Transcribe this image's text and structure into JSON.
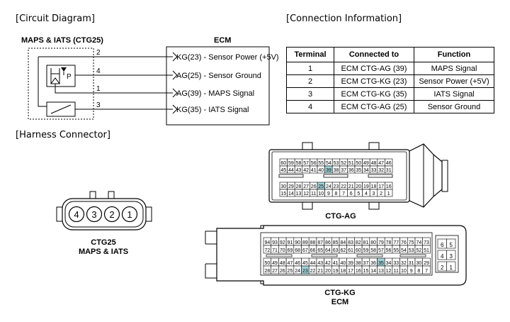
{
  "sections": {
    "circuit_diagram": "[Circuit Diagram]",
    "connection_information": "[Connection Information]",
    "harness_connector": "[Harness Connector]"
  },
  "circuit": {
    "sensor_title": "MAPS & IATS (CTG25)",
    "ecm_title": "ECM",
    "p_label": "P",
    "wires": [
      {
        "pin": "2",
        "ecm_pin": "KG(23) - Sensor Power (+5V)"
      },
      {
        "pin": "4",
        "ecm_pin": "AG(25) - Sensor Ground"
      },
      {
        "pin": "1",
        "ecm_pin": "AG(39) - MAPS Signal"
      },
      {
        "pin": "3",
        "ecm_pin": "KG(35) - IATS Signal"
      }
    ]
  },
  "connection_table": {
    "headers": [
      "Terminal",
      "Connected to",
      "Function"
    ],
    "rows": [
      [
        "1",
        "ECM CTG-AG (39)",
        "MAPS Signal"
      ],
      [
        "2",
        "ECM CTG-KG (23)",
        "Sensor Power (+5V)"
      ],
      [
        "3",
        "ECM CTG-KG (35)",
        "IATS Signal"
      ],
      [
        "4",
        "ECM CTG-AG (25)",
        "Sensor Ground"
      ]
    ]
  },
  "ctg25": {
    "pins": [
      "4",
      "3",
      "2",
      "1"
    ],
    "label_line1": "CTG25",
    "label_line2": "MAPS & IATS"
  },
  "ctg_ag": {
    "label": "CTG-AG",
    "rows": [
      [
        "60",
        "59",
        "58",
        "57",
        "56",
        "55",
        "54",
        "53",
        "52",
        "51",
        "50",
        "49",
        "48",
        "47",
        "46"
      ],
      [
        "45",
        "44",
        "43",
        "42",
        "41",
        "40",
        "39",
        "38",
        "37",
        "36",
        "35",
        "34",
        "33",
        "32",
        "31"
      ],
      [
        "30",
        "29",
        "28",
        "27",
        "26",
        "25",
        "24",
        "23",
        "22",
        "21",
        "20",
        "19",
        "18",
        "17",
        "16"
      ],
      [
        "15",
        "14",
        "13",
        "12",
        "11",
        "10",
        "9",
        "8",
        "7",
        "6",
        "5",
        "4",
        "3",
        "2",
        "1"
      ]
    ],
    "highlighted": [
      "39",
      "25"
    ]
  },
  "ctg_kg": {
    "label_line1": "CTG-KG",
    "label_line2": "ECM",
    "rows": [
      [
        "94",
        "93",
        "92",
        "91",
        "90",
        "89",
        "88",
        "87",
        "86",
        "85",
        "84",
        "83",
        "82",
        "81",
        "80",
        "79",
        "78",
        "77",
        "76",
        "75",
        "74",
        "73"
      ],
      [
        "72",
        "71",
        "70",
        "69",
        "68",
        "67",
        "66",
        "65",
        "64",
        "63",
        "62",
        "61",
        "60",
        "59",
        "58",
        "57",
        "56",
        "55",
        "54",
        "53",
        "52",
        "51"
      ],
      [
        "50",
        "49",
        "48",
        "47",
        "46",
        "45",
        "44",
        "43",
        "42",
        "41",
        "40",
        "39",
        "38",
        "37",
        "36",
        "35",
        "34",
        "33",
        "32",
        "31",
        "30",
        "29"
      ],
      [
        "28",
        "27",
        "26",
        "25",
        "24",
        "23",
        "22",
        "21",
        "20",
        "19",
        "18",
        "17",
        "16",
        "15",
        "14",
        "13",
        "12",
        "11",
        "10",
        "9",
        "8",
        "7"
      ]
    ],
    "side_rows": [
      [
        "6",
        "5"
      ],
      [
        "4",
        "3"
      ],
      [
        "2",
        "1"
      ]
    ],
    "highlighted": [
      "35",
      "23"
    ]
  },
  "colors": {
    "highlight": "#9fd3d9",
    "line": "#000000"
  }
}
